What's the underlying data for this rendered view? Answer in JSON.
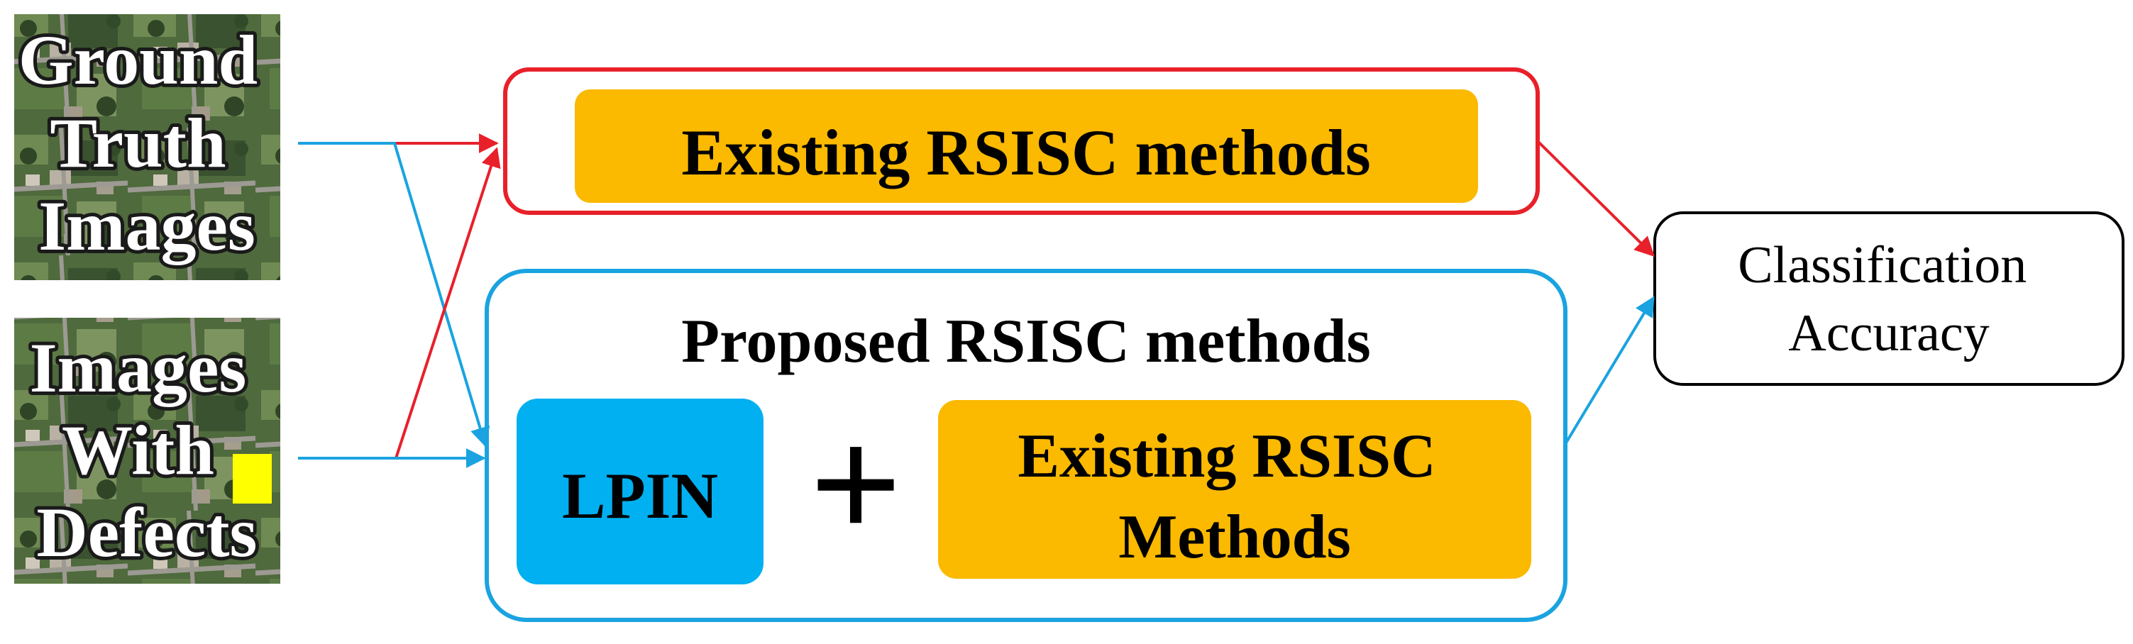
{
  "inputs": {
    "ground_truth": {
      "label_lines": [
        "Ground",
        "Truth",
        "Images"
      ]
    },
    "defects": {
      "label_lines": [
        "Images",
        "With",
        "Defects"
      ]
    }
  },
  "existing_box": {
    "method_label": "Existing RSISC methods"
  },
  "proposed_box": {
    "title": "Proposed RSISC methods",
    "lpin_label": "LPIN",
    "plus_symbol": "+",
    "existing_label_lines": [
      "Existing RSISC",
      "Methods"
    ]
  },
  "output": {
    "label_lines": [
      "Classification",
      "Accuracy"
    ]
  },
  "colors": {
    "red": "#e8202a",
    "blue": "#1aa3e0",
    "orange": "#fbb900",
    "lpin_fill": "#00b0f0",
    "defect_marker": "#ffff00"
  }
}
